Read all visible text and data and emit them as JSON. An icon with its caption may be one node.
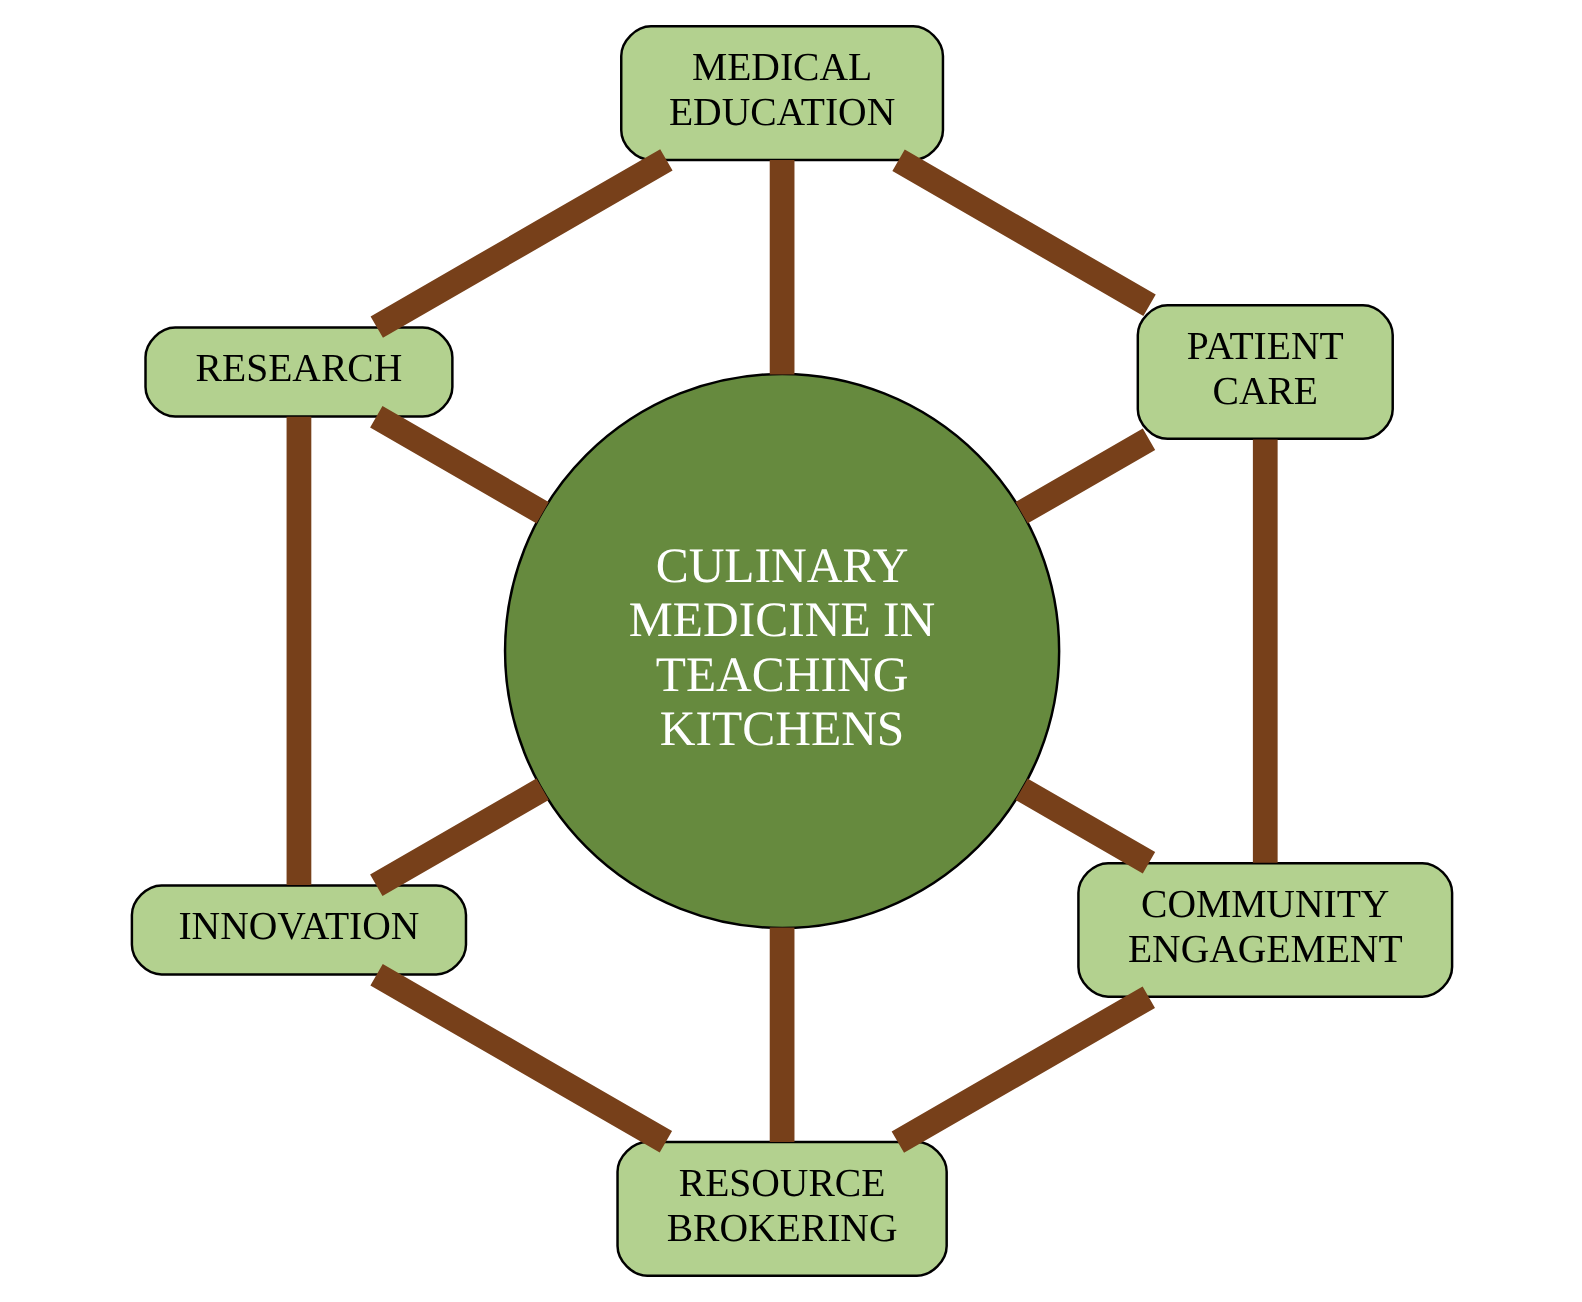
{
  "diagram": {
    "nodes": [
      {
        "text": [
          "CULINARY MEDICINE IN TEACHING KITCHENS"
        ]
      },
      {
        "text": [
          "PATIENT CARE"
        ]
      },
      {
        "text": [
          "MEDICAL EDUCATION"
        ]
      },
      {
        "text": [
          "RESEARCH"
        ]
      },
      {
        "text": [
          "INNOVATION"
        ]
      },
      {
        "text": [
          "RESOURCE BROKERING"
        ]
      },
      {
        "text": [
          "COMMUNITY ENGAGEMENT"
        ]
      }
    ],
    "edges": [
      {
        "from": 0,
        "to": 1,
        "arrow": "none"
      },
      {
        "from": 0,
        "to": 2,
        "arrow": "none"
      },
      {
        "from": 0,
        "to": 3,
        "arrow": "none"
      },
      {
        "from": 0,
        "to": 4,
        "arrow": "none"
      },
      {
        "from": 0,
        "to": 5,
        "arrow": "none"
      },
      {
        "from": 0,
        "to": 6,
        "arrow": "none"
      },
      {
        "from": 1,
        "to": 2,
        "arrow": "none"
      },
      {
        "from": 2,
        "to": 3,
        "arrow": "none"
      },
      {
        "from": 3,
        "to": 4,
        "arrow": "none"
      },
      {
        "from": 4,
        "to": 5,
        "arrow": "none"
      },
      {
        "from": 5,
        "to": 6,
        "arrow": "none"
      },
      {
        "from": 6,
        "to": 1,
        "arrow": "none"
      }
    ]
  }
}
